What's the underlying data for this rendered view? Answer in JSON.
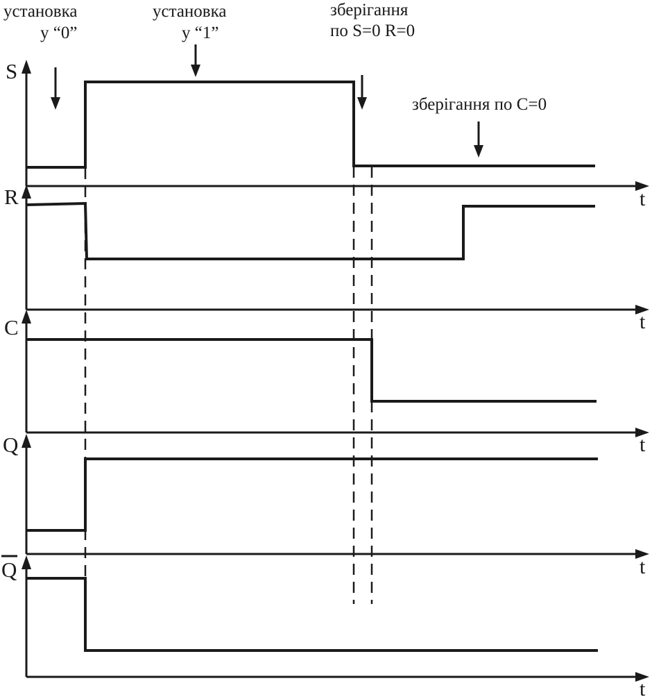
{
  "diagram": {
    "annotations": {
      "set_zero": {
        "line1": "установка",
        "line2": "у “0”"
      },
      "set_one": {
        "line1": "установка",
        "line2": "у “1”"
      },
      "hold_sr": {
        "line1": "зберігання",
        "line2": "по S=0  R=0"
      },
      "hold_c": {
        "line1": "зберігання по С=0"
      }
    },
    "signals": [
      {
        "name": "S",
        "time_axis_label": "t",
        "levels": [
          0,
          1,
          0,
          0
        ]
      },
      {
        "name": "R",
        "time_axis_label": "t",
        "levels": [
          1,
          0,
          0,
          1
        ]
      },
      {
        "name": "C",
        "time_axis_label": "t",
        "levels": [
          1,
          1,
          1,
          0
        ]
      },
      {
        "name": "Q",
        "time_axis_label": "t",
        "levels": [
          0,
          1,
          1,
          1
        ]
      },
      {
        "name": "Q",
        "overline": true,
        "time_axis_label": "t",
        "levels": [
          1,
          0,
          0,
          0
        ]
      }
    ]
  }
}
